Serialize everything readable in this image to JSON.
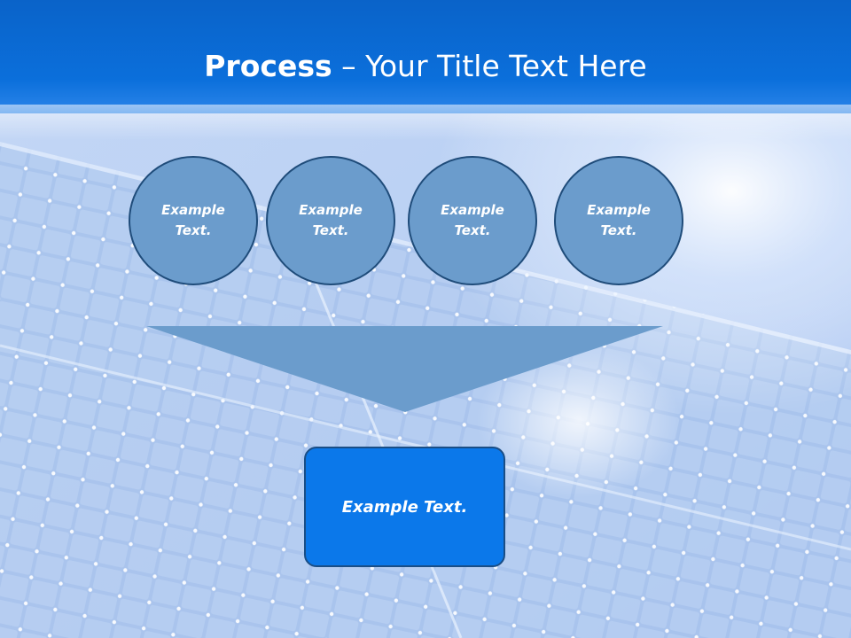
{
  "slide": {
    "title_bold": "Process",
    "title_rest": " – Your Title Text Here",
    "circles": [
      {
        "text": "Example Text."
      },
      {
        "text": "Example Text."
      },
      {
        "text": "Example Text."
      },
      {
        "text": "Example Text."
      }
    ],
    "result_box": "Example Text."
  },
  "colors": {
    "header": "#0b6fdb",
    "circle_fill": "#6b9ccc",
    "circle_border": "#1f4c7a",
    "funnel_fill": "#6b9ccc",
    "box_fill": "#0b78ea"
  }
}
